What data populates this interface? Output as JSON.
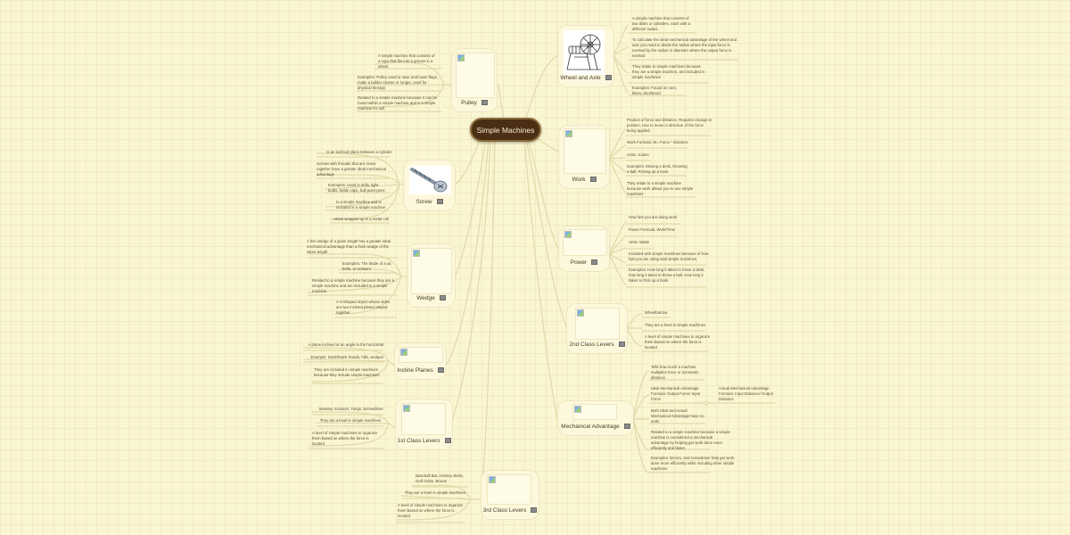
{
  "root": {
    "label": "Simple Machines"
  },
  "right": {
    "wheel_and_axle": {
      "label": "Wheel and Axle",
      "icon": "note-icon",
      "image": "wheel-and-axle-illustration",
      "notes": [
        "A simple machine that consists of two disks or cylinders, each with a different radius.",
        "To calculate the ideal mechanical advantage of the wheel and axle you need to divide the radius where the input force is exerted by the radius or diameter where the output force is exerted",
        "They relate to simple machines because they are a simple machine, and included in simple machines",
        "Examples: Found on cars, bikes, doorknord"
      ]
    },
    "work": {
      "label": "Work",
      "icon": "note-icon",
      "notes": [
        "Product of force and distance. Requires change in position. Has to move in direction of the force being applied.",
        "Work Formula: W= Force * Distance",
        "Units: Joules",
        "Examples: Moving a desk, throwing a ball, Picking up a book",
        "They relate to a simple machine because work allows you to use simple machines"
      ]
    },
    "power": {
      "label": "Power",
      "icon": "note-icon",
      "notes": [
        "How fast you are doing work",
        "Power Formula: Work/Time",
        "Units: Watts",
        "Included with simple machines because of how fast you are using said simple machines.",
        "Examples: How long it takes to move a desk, how long it takes to throw a ball, How long it takes to Pick up a book"
      ]
    },
    "second_class_levers": {
      "label": "2nd Class Levers",
      "icon": "note-icon",
      "notes": [
        "Wheelbarrow",
        "They are a level in simple machines",
        "A level of simple machines to organize them based on where the force is located"
      ]
    },
    "mechanical_advantage": {
      "label": "Mechanical Advantage",
      "icon": "note-icon",
      "notes": [
        "Tells how much a machine multiplies force or increases distance",
        "Ideal Mechanical Advantage Formula: Output Force/ Input Force",
        "Both Ideal and Actual Mechanical Advantage have no units",
        "Related to a simple machine because a simple machine is considered a mechanical advantage by helping get work done more efficiently and faster.",
        "Examples: Broom, and screwdriver help get work done more efficiently while including other simple machines"
      ],
      "sub_note": "Actual Mechanical Advantage Formula: Input Distance/ Output Distance"
    }
  },
  "left": {
    "pulley": {
      "label": "Pulley",
      "icon": "note-icon",
      "notes": [
        "A simple machine that consists of a rope that fits into a groove in a wheel",
        "Examples: Pulley used to raise and lower flags, make a ladder shorter or longer, used for physical therapy",
        "Related to a simple machine because it can be found within a simple machine and is a simple machine it's self"
      ]
    },
    "screw": {
      "label": "Screw",
      "icon": "note-icon",
      "image": "screw-photo",
      "notes": [
        "Is an inclined plane between a cylinder",
        "Screws with threads that are closer together have a greater ideal mechanical advantage",
        "Examples: Used in drills, light bulbs, bottle caps, ball point pens",
        "Is a simple machine and is included in a simple machine",
        "Metal wrapped up in a metal coil"
      ]
    },
    "wedge": {
      "label": "Wedge",
      "icon": "note-icon",
      "notes": [
        "A thin wedge of a given length has a greater ideal mechanical advantage than a thick wedge of the same length",
        "Examples: The blade of a ax, knife, or scissors",
        "Related to a simple machine because they are a simple machine and are included in a simple machine",
        "A V-Shaped object whose sides are two inclined planes sloped together"
      ]
    },
    "incline_planes": {
      "label": "Incline Planes",
      "icon": "note-icon",
      "notes": [
        "A plane inclined at an angle to the horizontal",
        "Example: Switchback Roads, hills, wedges",
        "They are included in simple machines because they include simple machines"
      ]
    },
    "first_class_levers": {
      "label": "1st Class Levers",
      "icon": "note-icon",
      "notes": [
        "Seesaw, Scissors, Tongs, Screwdriver",
        "They are a level in simple machines",
        "A level of simple machines to organize them based on where the force is located"
      ]
    },
    "third_class_levers": {
      "label": "3rd Class Levers",
      "icon": "note-icon",
      "notes": [
        "Baseball Bat, Hockey sticks, Golf Clubs, Broom",
        "They are a level in simple machines",
        "A level of simple machines to organize them based on where the force is located"
      ]
    }
  },
  "colors": {
    "background": "#fbf6d2",
    "root_fill": "#4a2f14",
    "root_border": "#8a6a3a",
    "node_fill": "#fdf8dc",
    "connector": "#e2d8aa",
    "text": "#5a4e36"
  }
}
